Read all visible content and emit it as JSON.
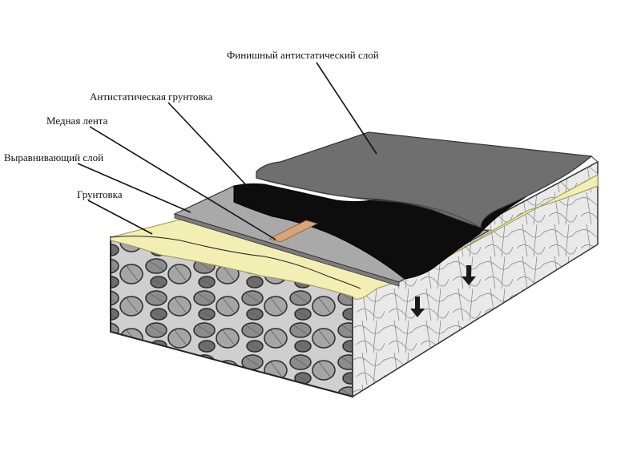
{
  "diagram": {
    "labels": {
      "finish_layer": "Финишный антистатический слой",
      "antistatic_primer": "Антистатическая грунтовка",
      "copper_tape": "Медная лента",
      "leveling_layer": "Выравнивающий слой",
      "primer": "Грунтовка"
    },
    "colors": {
      "finish_layer": "#6f6f6f",
      "antistatic_primer": "#0d0d0d",
      "copper_tape": "#d9a577",
      "leveling_layer": "#a9a9a9",
      "primer": "#f3efb4",
      "concrete": "#d8d8d8"
    },
    "icons": [
      "down-arrow-icon",
      "down-arrow-icon"
    ]
  }
}
